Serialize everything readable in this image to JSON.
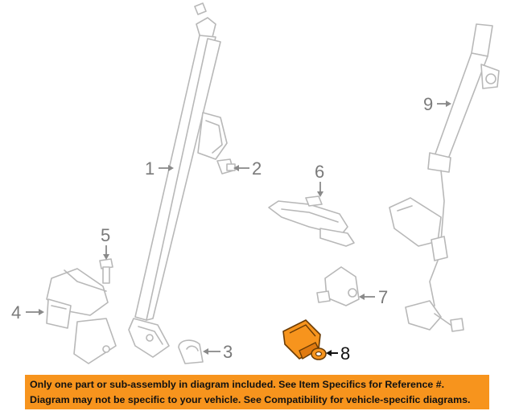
{
  "diagram": {
    "callouts": [
      "1",
      "2",
      "3",
      "4",
      "5",
      "6",
      "7",
      "8",
      "9"
    ],
    "highlighted_callout": "8",
    "colors": {
      "highlight_part": "#f7941d",
      "line_art": "#b8b8b8",
      "callout_text": "#7a7a7a",
      "banner_bg": "#f7941d"
    }
  },
  "notice": {
    "line1": "Only one part or sub-assembly in diagram included. See Item Specifics for Reference #.",
    "line2": "Diagram may not be specific to your vehicle. See Compatibility for vehicle-specific diagrams."
  }
}
